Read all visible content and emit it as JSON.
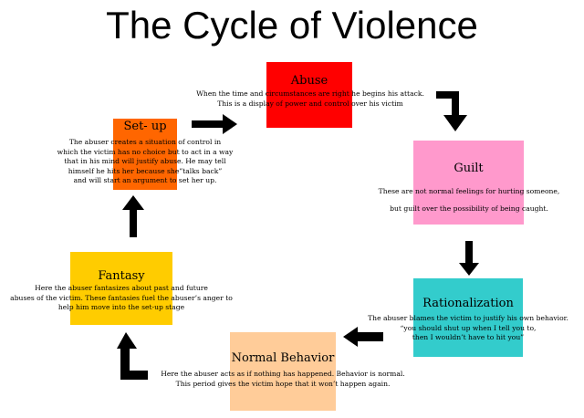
{
  "title": "The Cycle of Violence",
  "stages": {
    "abuse": {
      "label": "Abuse",
      "color": "#ff0000",
      "lines": [
        "When the time and circumstances are right he begins his attack.",
        "This is a display of power and control over his victim"
      ]
    },
    "guilt": {
      "label": "Guilt",
      "color": "#ff99cc",
      "lines": [
        "These are not normal feelings for hurting someone,",
        "but guilt over the possibility of being caught."
      ]
    },
    "rationalization": {
      "label": "Rationalization",
      "color": "#33cccc",
      "lines": [
        "The abuser blames the victim to justify his own behavior.",
        "“you should shut up when I tell you to,",
        "then I wouldn’t have to hit you”"
      ]
    },
    "normal_behavior": {
      "label": "Normal Behavior",
      "color": "#ffcc99",
      "lines": [
        "Here the abuser acts as if nothing has happened.  Behavior is normal.",
        "This period gives the victim hope that it won’t happen again."
      ]
    },
    "fantasy": {
      "label": "Fantasy",
      "color": "#ffcc00",
      "lines": [
        "Here the abuser fantasizes about past and future",
        "abuses of the victim.  These fantasies fuel the abuser’s anger to",
        "help him move into the set-up stage"
      ]
    },
    "setup": {
      "label": "Set- up",
      "color": "#ff6600",
      "lines": [
        "The abuser creates a situation of control in",
        "which the victim has no choice but to act in a way",
        "that in his mind will justify abuse. He may tell",
        "himself he hits her because she”talks back”",
        "and will start an argument to set her up."
      ]
    }
  }
}
